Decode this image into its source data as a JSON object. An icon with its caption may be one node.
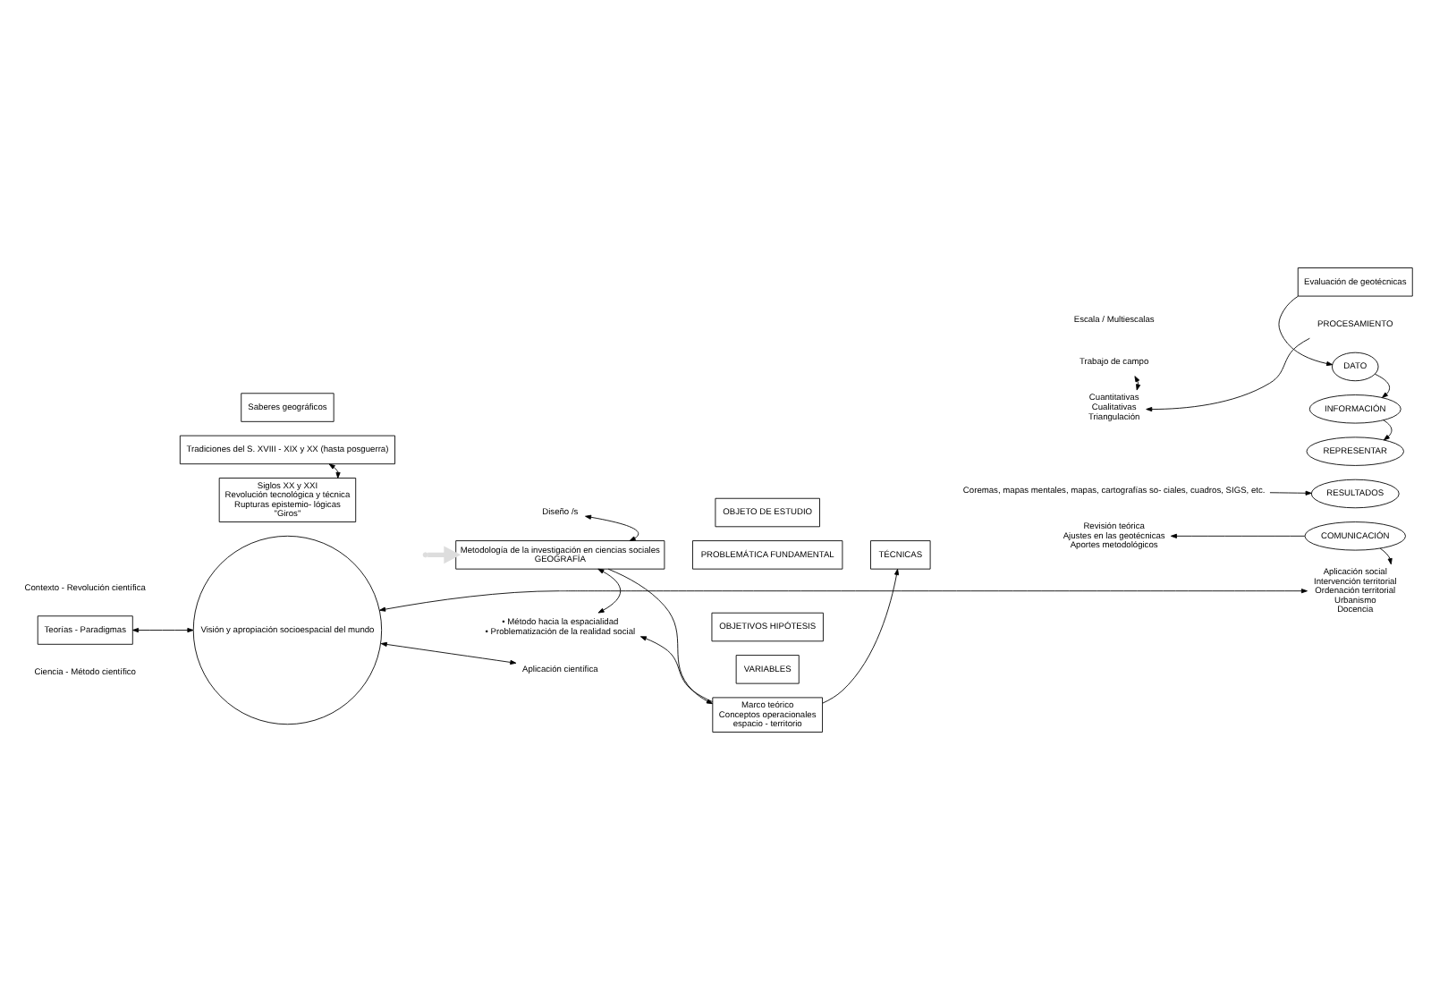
{
  "diagram": {
    "nodes": [
      {
        "text": [
          "Teorías - Paradigmas"
        ]
      },
      {
        "text": [
          "Saberes geográficos"
        ]
      },
      {
        "text": [
          "Tradiciones del S. XVIII - XIX y XX (hasta posguerra)"
        ]
      },
      {
        "text": [
          "Siglos XX y XXI",
          "Revolución tecnológica y técnica",
          "Rupturas epistemio- lógicas",
          "\"Giros\""
        ]
      },
      {
        "text": [
          "Metodología de la investigación en ciencias sociales",
          "GEOGRAFÍA"
        ]
      },
      {
        "text": [
          "Diseño /s"
        ]
      },
      {
        "text": [
          "• Método hacia la espacialidad",
          "• Problematización de la realidad social"
        ]
      },
      {
        "text": [
          "OBJETO DE ESTUDIO"
        ]
      },
      {
        "text": [
          "PROBLEMÁTICA FUNDAMENTAL"
        ]
      },
      {
        "text": [
          "OBJETIVOS HIPÓTESIS"
        ]
      },
      {
        "text": [
          "VARIABLES"
        ]
      },
      {
        "text": [
          "Marco teórico",
          "Conceptos operacionales",
          "espacio - territorio"
        ]
      },
      {
        "text": [
          "TÉCNICAS"
        ]
      },
      {
        "text": [
          "Escala / Multiescalas"
        ]
      },
      {
        "text": [
          "Trabajo de campo"
        ]
      },
      {
        "text": [
          "Cuantitativas",
          "Cualitativas",
          "Triangulación"
        ]
      },
      {
        "text": [
          "Evaluación de geotécnicas"
        ]
      },
      {
        "text": [
          "DATO"
        ]
      },
      {
        "text": [
          "INFORMACIÓN"
        ]
      },
      {
        "text": [
          "REPRESENTAR"
        ]
      },
      {
        "text": [
          "RESULTADOS"
        ]
      },
      {
        "text": [
          "COMUNICACIÓN"
        ]
      },
      {
        "text": [
          "PROCESAMIENTO"
        ]
      },
      {
        "text": [
          "Coremas, mapas mentales, mapas, cartografías so- ciales, cuadros, SIGS, etc."
        ]
      },
      {
        "text": [
          "Revisión teórica",
          "Ajustes en las geotécnicas",
          "Aportes metodológicos"
        ]
      },
      {
        "text": [
          "Aplicación social",
          "Intervención territorial",
          "Ordenación territorial",
          "Urbanismo",
          "Docencia"
        ]
      },
      {
        "text": [
          "Visión y apropiación socioespacial del mundo"
        ]
      },
      {
        "text": [
          "Aplicación científica"
        ]
      }
    ],
    "edges": [
      {
        "from": 0,
        "to": 26,
        "arrow": "both"
      },
      {
        "from": 2,
        "to": 3,
        "arrow": "both"
      },
      {
        "from": null,
        "to": 4,
        "arrow": "to",
        "style": "thick",
        "color": "#dddddd"
      },
      {
        "from": 5,
        "to": 4,
        "arrow": "both"
      },
      {
        "from": 4,
        "to": 6,
        "arrow": "both"
      },
      {
        "from": 4,
        "to": 11,
        "arrow": "to"
      },
      {
        "from": 11,
        "to": 12,
        "arrow": "to"
      },
      {
        "from": 11,
        "to": 6,
        "arrow": "to"
      },
      {
        "from": 14,
        "to": 15,
        "arrow": "both"
      },
      {
        "from": 22,
        "to": 15,
        "arrow": "to"
      },
      {
        "from": 16,
        "to": 17,
        "arrow": "to"
      },
      {
        "from": 17,
        "to": 18,
        "arrow": "to"
      },
      {
        "from": 18,
        "to": 19,
        "arrow": "to"
      },
      {
        "from": 23,
        "to": 20,
        "arrow": "to"
      },
      {
        "from": 21,
        "to": 24,
        "arrow": "to"
      },
      {
        "from": 21,
        "to": 25,
        "arrow": "to"
      },
      {
        "from": 26,
        "to": 27,
        "arrow": "both"
      },
      {
        "from": 26,
        "to": 25,
        "arrow": "both"
      }
    ],
    "labels": [
      "Contexto - Revolución científica",
      "Ciencia - Método científico"
    ]
  }
}
